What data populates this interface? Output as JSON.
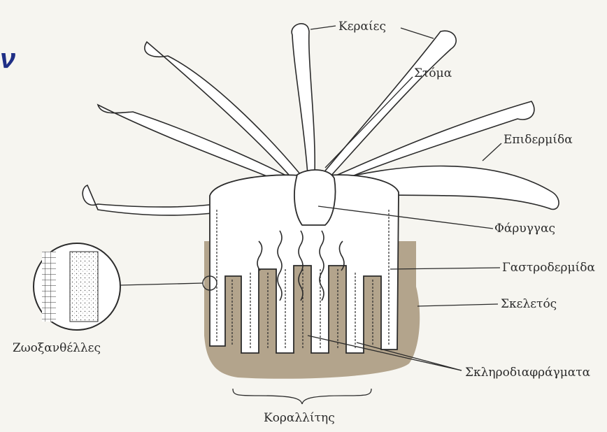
{
  "corner_mark": "ν",
  "labels": {
    "tentacles": "Κεραίες",
    "mouth": "Στόμα",
    "epidermis": "Επιδερμίδα",
    "pharynx": "Φάρυγγας",
    "gastrodermis": "Γαστροδερμίδα",
    "skeleton": "Σκελετός",
    "zooxanthellae": "Ζωοξανθέλλες",
    "sclerosepta": "Σκληροδιαφράγματα",
    "corallite": "Κοραλλίτης"
  },
  "colors": {
    "skeleton_fill": "#b3a48c",
    "ink": "#2b2b2b",
    "mark": "#1f2f86"
  }
}
